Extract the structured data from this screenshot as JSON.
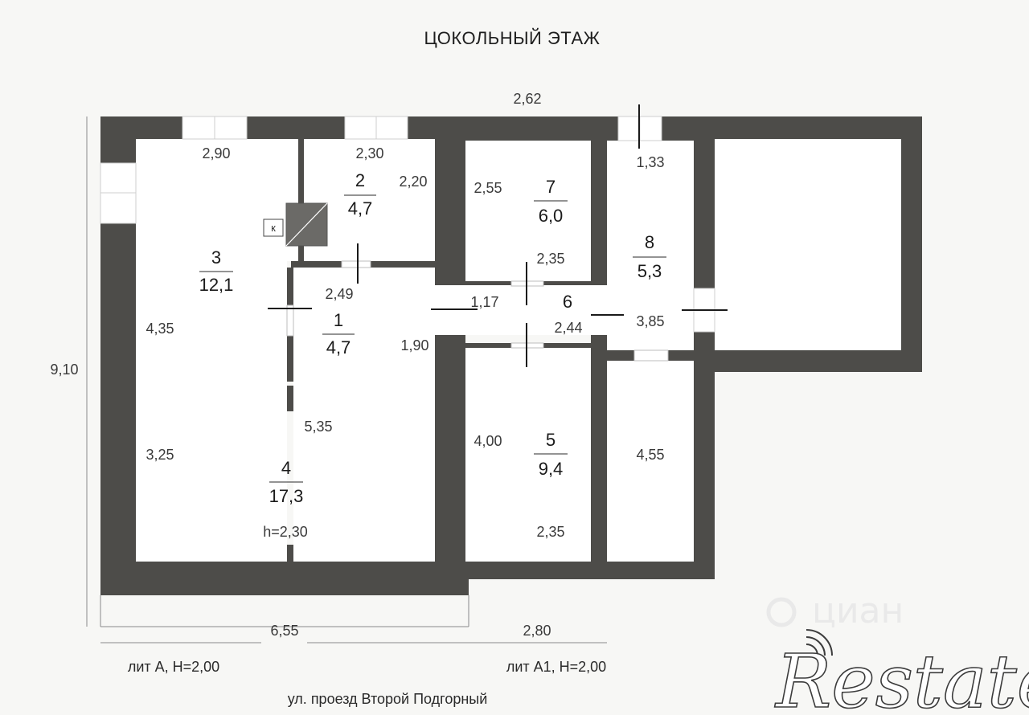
{
  "title": "ЦОКОЛЬНЫЙ ЭТАЖ",
  "rooms": [
    {
      "id": "1",
      "area": "4,7"
    },
    {
      "id": "2",
      "area": "4,7"
    },
    {
      "id": "3",
      "area": "12,1"
    },
    {
      "id": "4",
      "area": "17,3"
    },
    {
      "id": "5",
      "area": "9,4"
    },
    {
      "id": "6"
    },
    {
      "id": "7",
      "area": "6,0"
    },
    {
      "id": "8",
      "area": "5,3"
    }
  ],
  "dimensions": {
    "top_overall": "2,62",
    "room3_width": "2,90",
    "room2_width": "2,30",
    "room2_height": "2,20",
    "room7_height": "2,55",
    "entry_1_33": "1,33",
    "room7_width": "2,35",
    "room1_width": "2,49",
    "door_1_17": "1,17",
    "room6_width": "2,44",
    "room8_height": "3,85",
    "room3_height": "4,35",
    "room1_height": "1,90",
    "room4_width": "5,35",
    "room5_height": "4,00",
    "room4_height": "3,25",
    "room_4_55": "4,55",
    "room5_width": "2,35",
    "left_overall": "9,10",
    "bottom_left": "6,55",
    "bottom_right": "2,80"
  },
  "ceiling_height": "h=2,30",
  "stove_label": "к",
  "lit_a": "лит А, Н=2,00",
  "lit_a1": "лит А1, Н=2,00",
  "street": "ул. проезд Второй Подгорный",
  "watermark": {
    "cian": "циан",
    "restate": "Restate"
  }
}
